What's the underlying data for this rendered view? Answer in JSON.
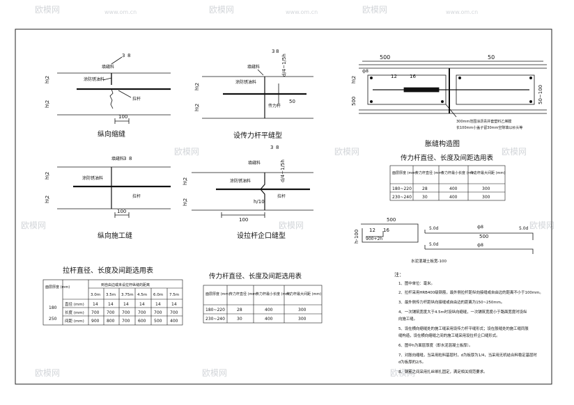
{
  "watermark": {
    "brand": "欧模网",
    "site": "www.om.cn"
  },
  "labels": {
    "joint_seal": "填缝料",
    "asphalt": "涂防锈油料",
    "tie_bar": "拉杆",
    "dowel_bar": "传力杆",
    "h2": "h\\2",
    "d4": "d/4~1/5h",
    "dim3": "3",
    "dim8": "8",
    "dim100": "100",
    "dim50": "50",
    "h10": "h/10"
  },
  "titles": {
    "longitudinal_shrink": "纵向缩缝",
    "dowel_flat": "设传力杆平缝型",
    "longitudinal_construction": "纵向施工缝",
    "tie_tongue": "设拉杆企口缝型",
    "expansion": "胀缝构造图",
    "tie_table": "拉杆直径、长度及间距选用表",
    "dowel_table_1": "传力杆直径、长度及间距选用表",
    "dowel_table_2": "传力杆直径、长度及间距选用表"
  },
  "expansion": {
    "dim500": "500",
    "dim50": "50",
    "d8": "ф8",
    "d12": "12",
    "d16": "16",
    "top": "h\\2",
    "h500": "500",
    "right_dim": "50~100",
    "note1": "300mm范围涂沥青并套塑料乙烯膜",
    "note2": "长100mm小盖子留30mm空隙填以纱头等"
  },
  "rebar": {
    "left_h": "h-100",
    "d12": "12",
    "d16": "16",
    "len": "900+2h",
    "dim500a": "500",
    "dim500b": "500",
    "d5a": "5.0d",
    "d5b": "5.0d",
    "d5c": "5.0d",
    "d8a": "ф8",
    "d8b": "ф8",
    "caption": "水泥混凝土板宽-100"
  },
  "dowel_table": {
    "headers": [
      "面层厚度 (mm)",
      "传力杆直径 (mm)",
      "传力杆最小长度 (mm)",
      "传力杆最大间距 (mm)"
    ],
    "rows": [
      [
        "180~220",
        "28",
        "400",
        "300"
      ],
      [
        "230~240",
        "30",
        "400",
        "300"
      ]
    ]
  },
  "tie_table": {
    "col1": "面层厚度 (mm)",
    "group": "到自由边或未设拉杆纵缝的距离",
    "distances": [
      "3.0m",
      "3.5m",
      "3.75m",
      "4.5m",
      "6.0m",
      "7.5m"
    ],
    "rows": [
      {
        "t": "180",
        "label": "直径 (mm)",
        "vals": [
          "14",
          "14",
          "14",
          "14",
          "14",
          "14"
        ]
      },
      {
        "t": "",
        "label": "长度 (mm)",
        "vals": [
          "700",
          "700",
          "700",
          "700",
          "700",
          "700"
        ]
      },
      {
        "t": "250",
        "label": "间距 (mm)",
        "vals": [
          "900",
          "800",
          "700",
          "600",
          "500",
          "400"
        ]
      }
    ]
  },
  "notes": {
    "heading": "注：",
    "items": [
      "1、图中单位：毫米。",
      "2、拉杆采用HRB400级钢筋，最外侧拉杆距纵向接缝或自由边的距离不小于100mm。",
      "3、最外侧传力杆距纵向接缝或自由边的距离为150~250mm。",
      "4、一次铺筑宽度大于4.5m时设纵向缩缝，一次铺筑宽度小于路面宽度时设纵",
      "   向施工缝。",
      "5、设在横向缩缝处的施工缝采用设传力杆平缝形式；设在胀缝处的施工缝同胀",
      "   缝构造，设在横向缩缝之间的施工缝采用设拉杆企口缝形式。",
      "6、图中h为面层厚度（即水泥混凝土板厚）。",
      "7、对胀向缩缝，当采用粒料基层时，d为板厚为1/4，当采用无机结合料稳定基层时",
      "   d为板厚的2/5。",
      "8、钢筋之间采用扎丝绑扎固定，满足相关规范要求。"
    ]
  }
}
